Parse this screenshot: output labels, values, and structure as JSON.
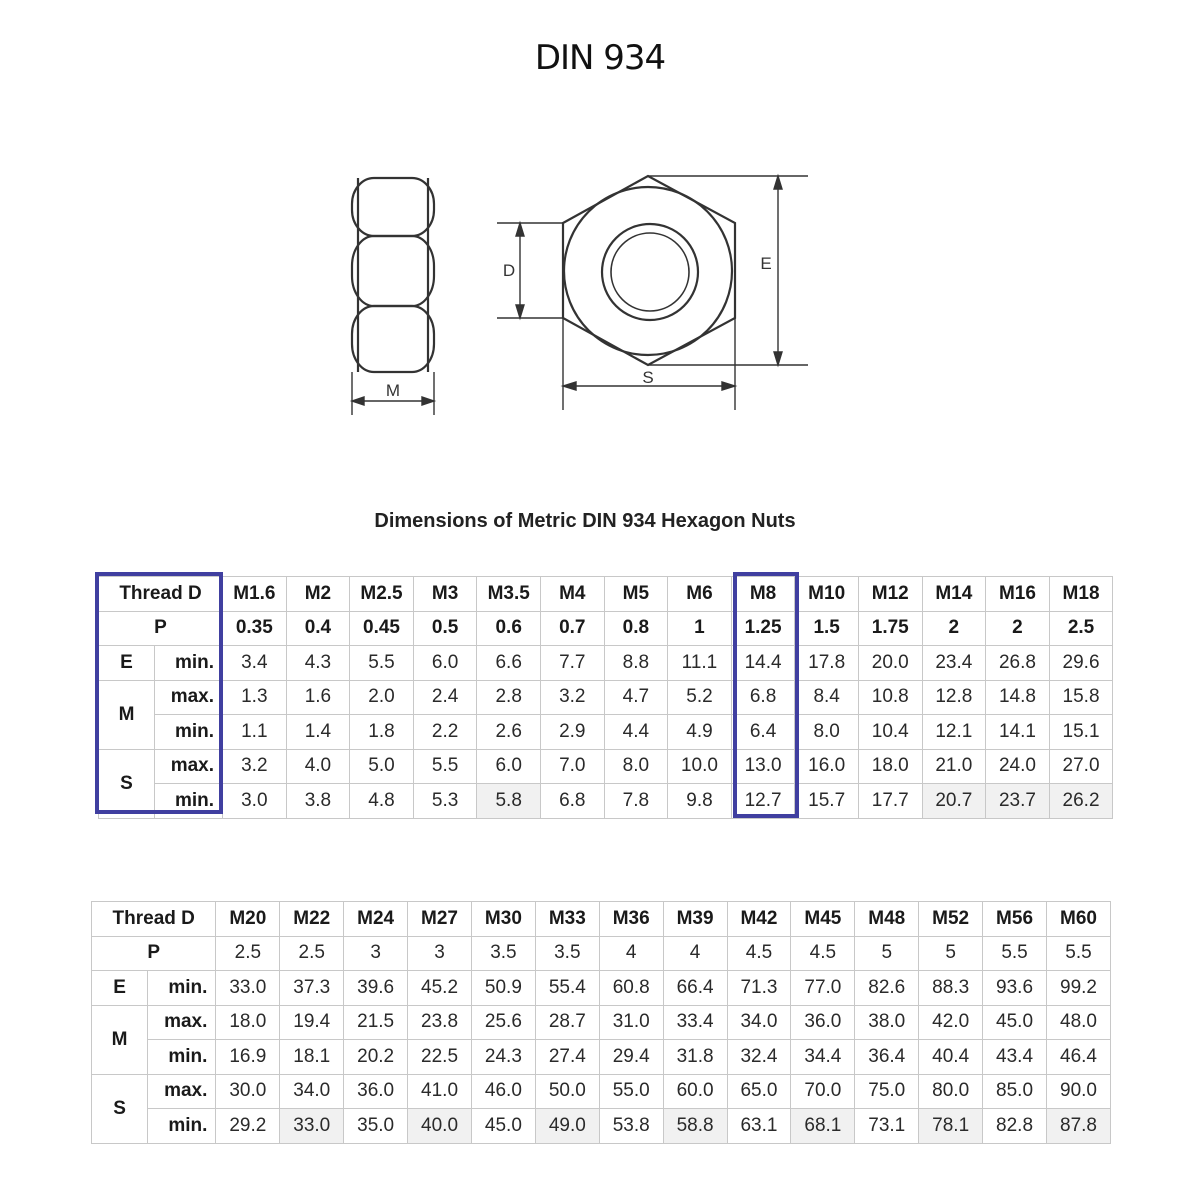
{
  "title": "DIN 934",
  "drawing": {
    "labels": {
      "m": "M",
      "d": "D",
      "e": "E",
      "s": "S"
    }
  },
  "section_title": "Dimensions of Metric DIN 934 Hexagon Nuts",
  "row_labels": {
    "thread": "Thread D",
    "pitch": "P",
    "e": "E",
    "m": "M",
    "s": "S",
    "min": "min.",
    "max": "max."
  },
  "highlight_color": "#403fa0",
  "table1": {
    "sizes": [
      "M1.6",
      "M2",
      "M2.5",
      "M3",
      "M3.5",
      "M4",
      "M5",
      "M6",
      "M8",
      "M10",
      "M12",
      "M14",
      "M16",
      "M18"
    ],
    "p": [
      "0.35",
      "0.4",
      "0.45",
      "0.5",
      "0.6",
      "0.7",
      "0.8",
      "1",
      "1.25",
      "1.5",
      "1.75",
      "2",
      "2",
      "2.5"
    ],
    "e_min": [
      "3.4",
      "4.3",
      "5.5",
      "6.0",
      "6.6",
      "7.7",
      "8.8",
      "11.1",
      "14.4",
      "17.8",
      "20.0",
      "23.4",
      "26.8",
      "29.6"
    ],
    "m_max": [
      "1.3",
      "1.6",
      "2.0",
      "2.4",
      "2.8",
      "3.2",
      "4.7",
      "5.2",
      "6.8",
      "8.4",
      "10.8",
      "12.8",
      "14.8",
      "15.8"
    ],
    "m_min": [
      "1.1",
      "1.4",
      "1.8",
      "2.2",
      "2.6",
      "2.9",
      "4.4",
      "4.9",
      "6.4",
      "8.0",
      "10.4",
      "12.1",
      "14.1",
      "15.1"
    ],
    "s_max": [
      "3.2",
      "4.0",
      "5.0",
      "5.5",
      "6.0",
      "7.0",
      "8.0",
      "10.0",
      "13.0",
      "16.0",
      "18.0",
      "21.0",
      "24.0",
      "27.0"
    ],
    "s_min": [
      "3.0",
      "3.8",
      "4.8",
      "5.3",
      "5.8",
      "6.8",
      "7.8",
      "9.8",
      "12.7",
      "15.7",
      "17.7",
      "20.7",
      "23.7",
      "26.2"
    ]
  },
  "table2": {
    "sizes": [
      "M20",
      "M22",
      "M24",
      "M27",
      "M30",
      "M33",
      "M36",
      "M39",
      "M42",
      "M45",
      "M48",
      "M52",
      "M56",
      "M60"
    ],
    "p": [
      "2.5",
      "2.5",
      "3",
      "3",
      "3.5",
      "3.5",
      "4",
      "4",
      "4.5",
      "4.5",
      "5",
      "5",
      "5.5",
      "5.5"
    ],
    "e_min": [
      "33.0",
      "37.3",
      "39.6",
      "45.2",
      "50.9",
      "55.4",
      "60.8",
      "66.4",
      "71.3",
      "77.0",
      "82.6",
      "88.3",
      "93.6",
      "99.2"
    ],
    "m_max": [
      "18.0",
      "19.4",
      "21.5",
      "23.8",
      "25.6",
      "28.7",
      "31.0",
      "33.4",
      "34.0",
      "36.0",
      "38.0",
      "42.0",
      "45.0",
      "48.0"
    ],
    "m_min": [
      "16.9",
      "18.1",
      "20.2",
      "22.5",
      "24.3",
      "27.4",
      "29.4",
      "31.8",
      "32.4",
      "34.4",
      "36.4",
      "40.4",
      "43.4",
      "46.4"
    ],
    "s_max": [
      "30.0",
      "34.0",
      "36.0",
      "41.0",
      "46.0",
      "50.0",
      "55.0",
      "60.0",
      "65.0",
      "70.0",
      "75.0",
      "80.0",
      "85.0",
      "90.0"
    ],
    "s_min": [
      "29.2",
      "33.0",
      "35.0",
      "40.0",
      "45.0",
      "49.0",
      "53.8",
      "58.8",
      "63.1",
      "68.1",
      "73.1",
      "78.1",
      "82.8",
      "87.8"
    ]
  }
}
